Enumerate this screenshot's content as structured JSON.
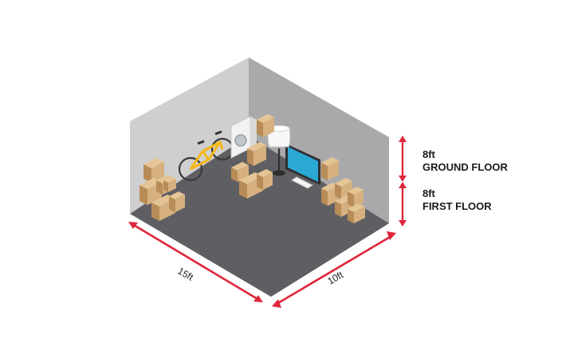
{
  "room": {
    "width_label": "15ft",
    "depth_label": "10ft"
  },
  "heights": [
    {
      "value": "8ft",
      "floor": "GROUND FLOOR"
    },
    {
      "value": "8ft",
      "floor": "FIRST FLOOR"
    }
  ],
  "colors": {
    "floor": "#5f5f63",
    "left_wall": "#cfcfd0",
    "back_wall": "#a9a9ab",
    "arrow": "#e0263a",
    "box": "#d6b17f",
    "box_dark": "#b88c57",
    "bike": "#f4b716",
    "tv": "#2aa9d4"
  }
}
